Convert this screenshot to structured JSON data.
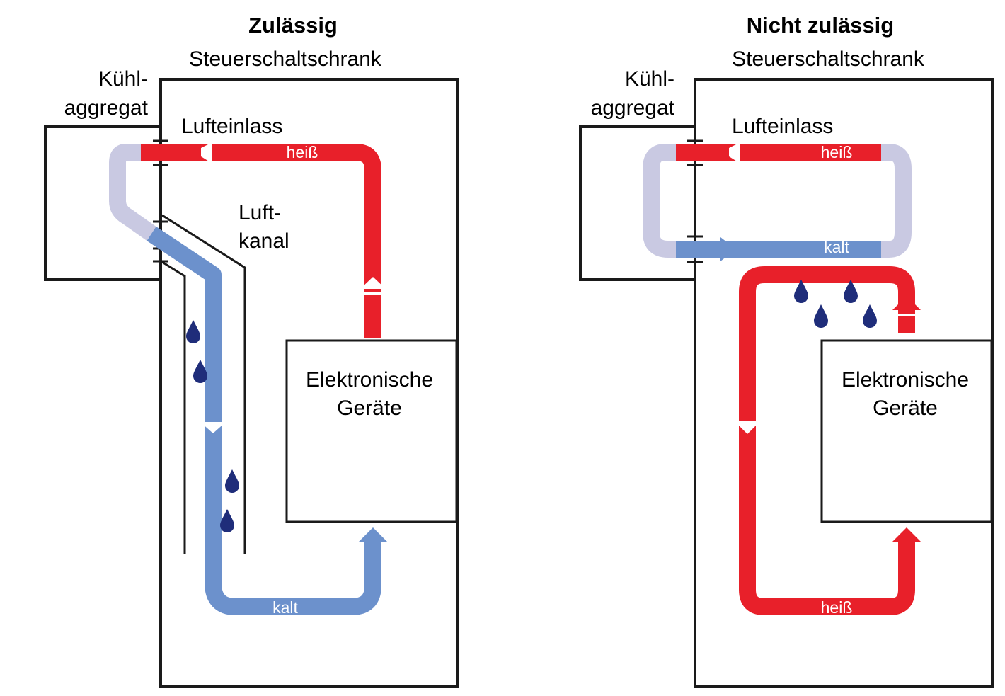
{
  "colors": {
    "hot": "#e8202a",
    "cold": "#6c91cc",
    "cooler": "#c9c9e2",
    "drop": "#1f2d7a"
  },
  "left_panel": {
    "title": "Zulässig",
    "cabinet_label": "Steuerschaltschrank",
    "cooler_label_1": "Kühl-",
    "cooler_label_2": "aggregat",
    "inlet_label": "Lufteinlass",
    "duct_label_1": "Luft-",
    "duct_label_2": "kanal",
    "device_label_1": "Elektronische",
    "device_label_2": "Geräte",
    "hot_label": "heiß",
    "cold_label": "kalt"
  },
  "right_panel": {
    "title": "Nicht zulässig",
    "cabinet_label": "Steuerschaltschrank",
    "cooler_label_1": "Kühl-",
    "cooler_label_2": "aggregat",
    "inlet_label": "Lufteinlass",
    "device_label_1": "Elektronische",
    "device_label_2": "Geräte",
    "hot_label_top": "heiß",
    "cold_label": "kalt",
    "hot_label_bottom": "heiß"
  }
}
